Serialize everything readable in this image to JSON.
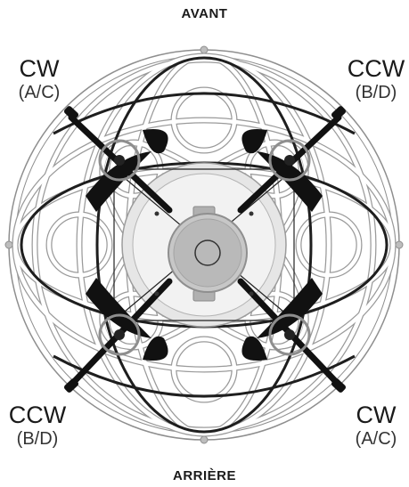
{
  "labels": {
    "front": "AVANT",
    "rear": "ARRIÈRE"
  },
  "rotors": {
    "top_left": {
      "direction": "CW",
      "motors": "(A/C)"
    },
    "top_right": {
      "direction": "CCW",
      "motors": "(B/D)"
    },
    "bottom_left": {
      "direction": "CCW",
      "motors": "(B/D)"
    },
    "bottom_right": {
      "direction": "CW",
      "motors": "(A/C)"
    }
  },
  "colors": {
    "cage_white": "#ffffff",
    "cage_outline": "#9a9a9a",
    "cage_black": "#1e1e1e",
    "arm_dark": "#111111",
    "body_gray": "#c7c7c7",
    "hub_gray": "#a9a9a9"
  }
}
